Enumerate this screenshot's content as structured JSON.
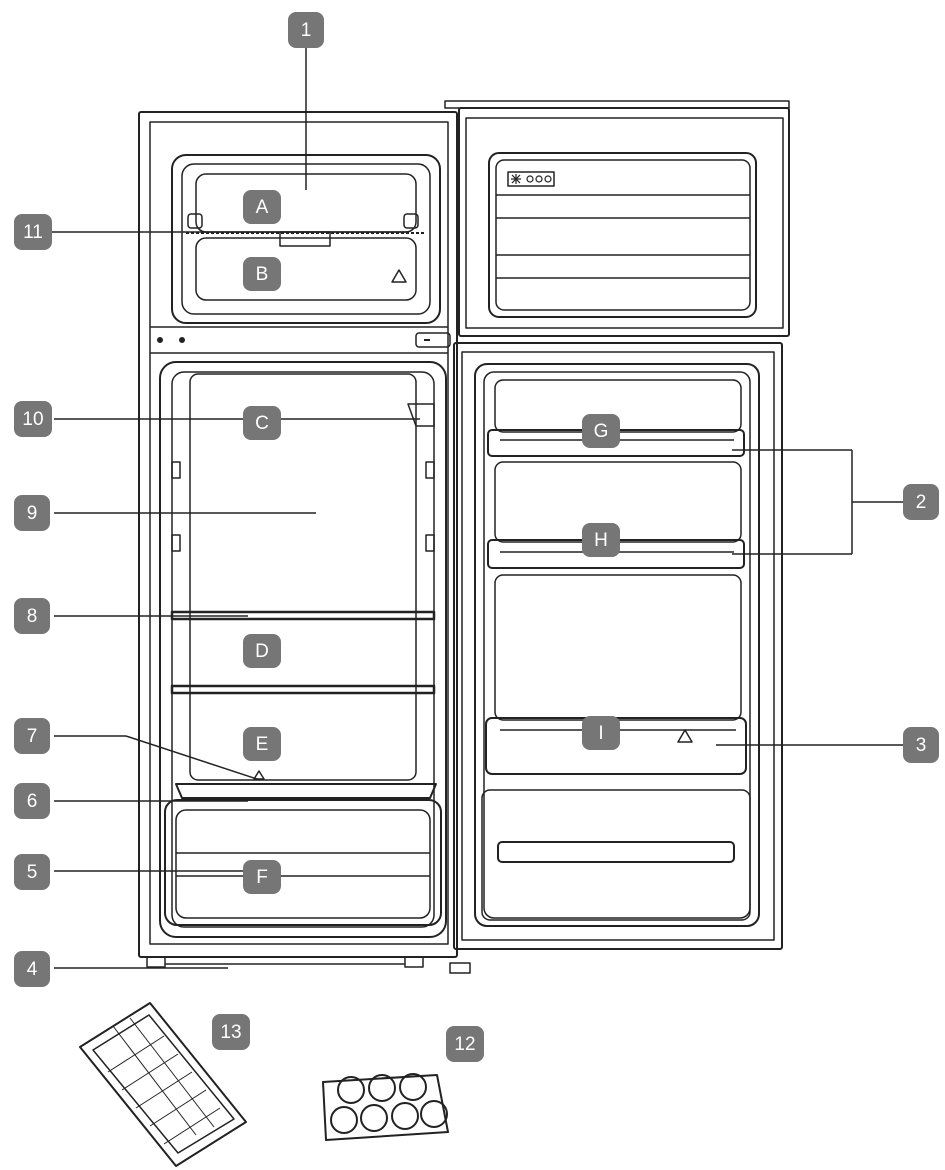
{
  "callouts": {
    "n1": "1",
    "n2": "2",
    "n3": "3",
    "n4": "4",
    "n5": "5",
    "n6": "6",
    "n7": "7",
    "n8": "8",
    "n9": "9",
    "n10": "10",
    "n11": "11",
    "n12": "12",
    "n13": "13"
  },
  "zones": {
    "A": "A",
    "B": "B",
    "C": "C",
    "D": "D",
    "E": "E",
    "F": "F",
    "G": "G",
    "H": "H",
    "I": "I"
  },
  "colors": {
    "badge": "#767676",
    "line": "#222222",
    "badge_text": "#ffffff"
  },
  "icons": [
    "ice-cube-tray",
    "egg-tray",
    "snowflake-icon"
  ]
}
